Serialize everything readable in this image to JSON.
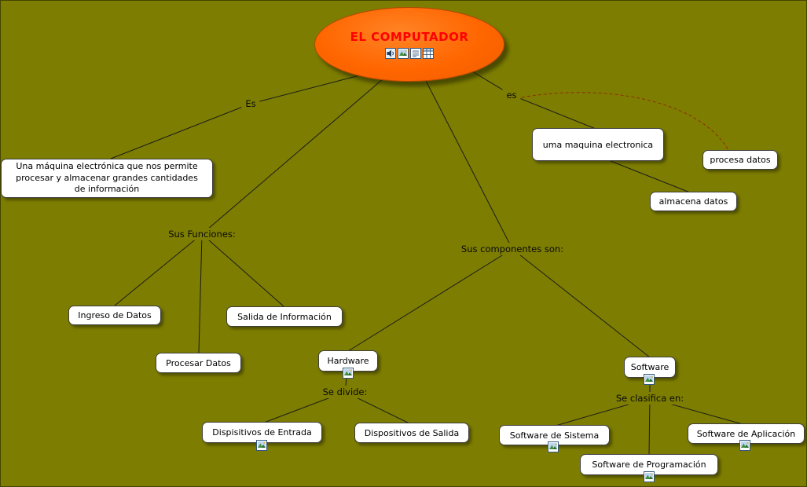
{
  "colors": {
    "background": "#7d7d01",
    "ellipse_fill": "#ff6600",
    "title": "#ff0000",
    "dashed_link": "#993300"
  },
  "root": {
    "title": "EL COMPUTADOR",
    "icons": [
      "audio-icon",
      "image-icon",
      "document-icon",
      "table-icon"
    ]
  },
  "link_labels": {
    "es_left": "Es",
    "es_right": "es",
    "funciones": "Sus Funciones:",
    "componentes": "Sus componentes son:",
    "divide": "Se divide:",
    "clasifica": "Se clasifica en:"
  },
  "nodes": {
    "definicion": {
      "lines": [
        "Una máquina electrónica que nos permite",
        "procesar y almacenar grandes cantidades",
        "de información"
      ]
    },
    "maquina": {
      "label": "uma maquina electronica"
    },
    "procesa": {
      "label": "procesa datos"
    },
    "almacena": {
      "label": "almacena datos"
    },
    "ingreso": {
      "label": "Ingreso de Datos"
    },
    "salida_info": {
      "label": "Salida de Información"
    },
    "procesar": {
      "label": "Procesar Datos"
    },
    "hardware": {
      "label": "Hardware",
      "resource_icon": "image-icon"
    },
    "software": {
      "label": "Software",
      "resource_icon": "image-icon"
    },
    "disp_entrada": {
      "label": "Dispisitivos de Entrada",
      "resource_icon": "image-icon"
    },
    "disp_salida": {
      "label": "Dispositivos de Salida"
    },
    "sw_sistema": {
      "label": "Software de Sistema",
      "resource_icon": "image-icon"
    },
    "sw_aplicacion": {
      "label": "Software de Aplicación",
      "resource_icon": "image-icon"
    },
    "sw_programacion": {
      "label": "Software de Programación",
      "resource_icon": "image-icon"
    }
  }
}
